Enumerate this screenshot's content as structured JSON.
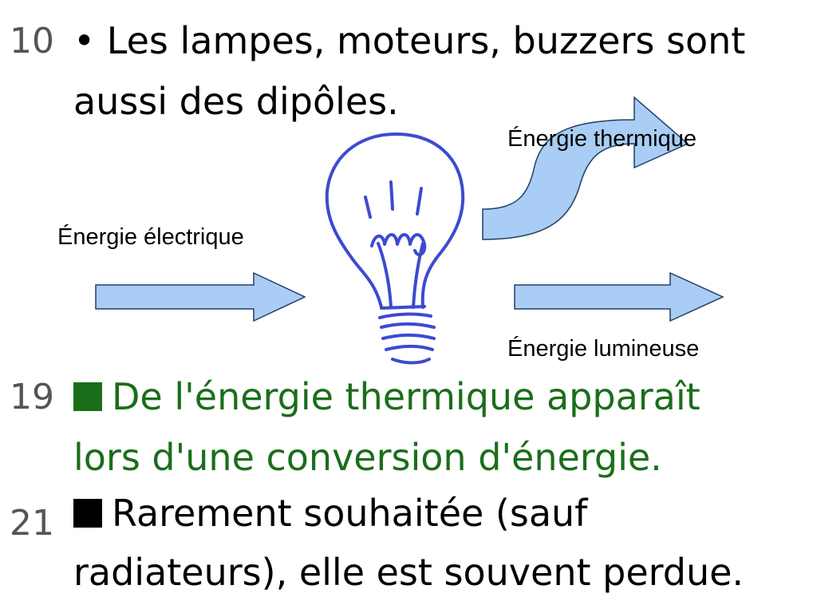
{
  "slide": {
    "item1": {
      "number": "10",
      "bullet": "•",
      "line1": "Les lampes, moteurs, buzzers sont",
      "line2": "aussi des dipôles."
    },
    "item2": {
      "number": "19",
      "line1": "De l'énergie thermique apparaît",
      "line2": "lors d'une conversion d'énergie."
    },
    "item3": {
      "number": "21",
      "line1": "Rarement souhaitée (sauf",
      "line2": "radiateurs), elle est souvent perdue."
    }
  },
  "diagram": {
    "input_label": "Énergie électrique",
    "thermal_label": "Énergie thermique",
    "light_label": "Énergie lumineuse"
  },
  "colors": {
    "arrow_fill": "#a9cdf4",
    "arrow_stroke": "#1f3e66",
    "bulb_stroke": "#3d4ad0",
    "green_text": "#1a6e1a",
    "number_gray": "#555555"
  }
}
